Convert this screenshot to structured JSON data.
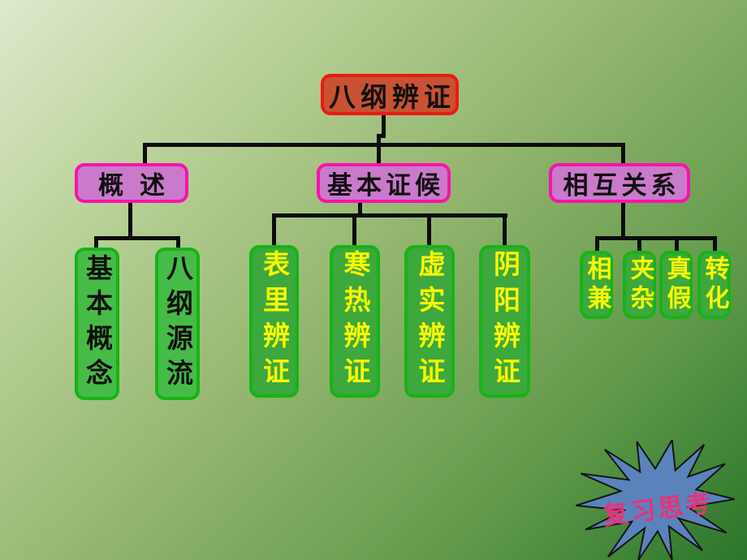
{
  "tree": {
    "root": {
      "label": "八纲辨证"
    },
    "branches": [
      {
        "label": "概述",
        "children": [
          {
            "label": "基本概念"
          },
          {
            "label": "八纲源流"
          }
        ]
      },
      {
        "label": "基本证候",
        "children": [
          {
            "label": "表里辨证"
          },
          {
            "label": "寒热辨证"
          },
          {
            "label": "虚实辨证"
          },
          {
            "label": "阴阳辨证"
          }
        ]
      },
      {
        "label": "相互关系",
        "children": [
          {
            "label": "相兼"
          },
          {
            "label": "夹杂"
          },
          {
            "label": "真假"
          },
          {
            "label": "转化"
          }
        ]
      }
    ]
  },
  "burst": {
    "label": "复习思考",
    "fill": "#5a83bb",
    "outline": "#141414",
    "text_color": "#e8327a"
  },
  "colors": {
    "root_fill": "#c85233",
    "root_border": "#e81b14",
    "branch_fill": "#ca7acb",
    "branch_border": "#f713ad",
    "leaf_border": "#17b317",
    "leaf_fill_light": "#47bb47",
    "leaf_fill_dark": "#3da83d",
    "leaf_text_yellow": "#f8f800",
    "node_text_black": "#101010",
    "connector": "#0c0c0c",
    "background_top_left": "#dee9cd",
    "background_bottom_right": "#2b762b"
  }
}
